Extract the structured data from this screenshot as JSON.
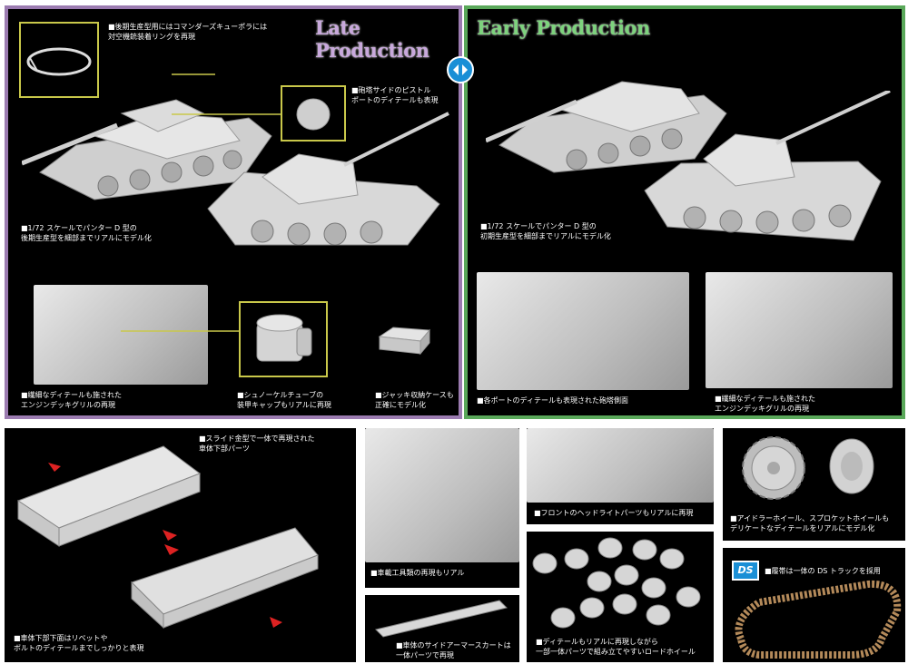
{
  "late": {
    "title": "Late Production",
    "cap_ring": "■後期生産型用にはコマンダーズキューポラには\n対空機銃装着リングを再現",
    "cap_pistol": "■砲塔サイドのピストル\nポートのディテールも表現",
    "cap_model": "■1/72 スケールでパンター D 型の\n後期生産型を細部までリアルにモデル化",
    "cap_grill": "■繊細なディテールも施された\nエンジンデッキグリルの再現",
    "cap_snorkel": "■シュノーケルチューブの\n装甲キャップもリアルに再現",
    "cap_jack": "■ジャッキ収納ケースも\n正確にモデル化",
    "border": "#9b7bb0",
    "title_color": "#c8a8dc"
  },
  "early": {
    "title": "Early Production",
    "cap_model": "■1/72 スケールでパンター D 型の\n初期生産型を細部までリアルにモデル化",
    "cap_turret": "■各ポートのディテールも表現された砲塔側面",
    "cap_grill": "■繊細なディテールも施された\nエンジンデッキグリルの再現",
    "border": "#5aa85a",
    "title_color": "#7dd37d"
  },
  "bottom": {
    "cap_hull": "■スライド金型で一体で再現された\n車体下部パーツ",
    "cap_rivet": "■車体下部下面はリベットや\nボルトのディテールまでしっかりと表現",
    "cap_tools": "■車載工具類の再現もリアル",
    "cap_skirt": "■車体のサイドアーマースカートは\n一体パーツで再現",
    "cap_headlight": "■フロントのヘッドライトパーツもリアルに再現",
    "cap_wheels": "■ディテールもリアルに再現しながら\n一部一体パーツで組み立てやすいロードホイール",
    "cap_sprocket": "■アイドラーホイール、スプロケットホイールも\nデリケートなディテールをリアルにモデル化",
    "cap_tracks": "■履帯は一体の DS トラックを採用",
    "ds_logo": "DS"
  }
}
